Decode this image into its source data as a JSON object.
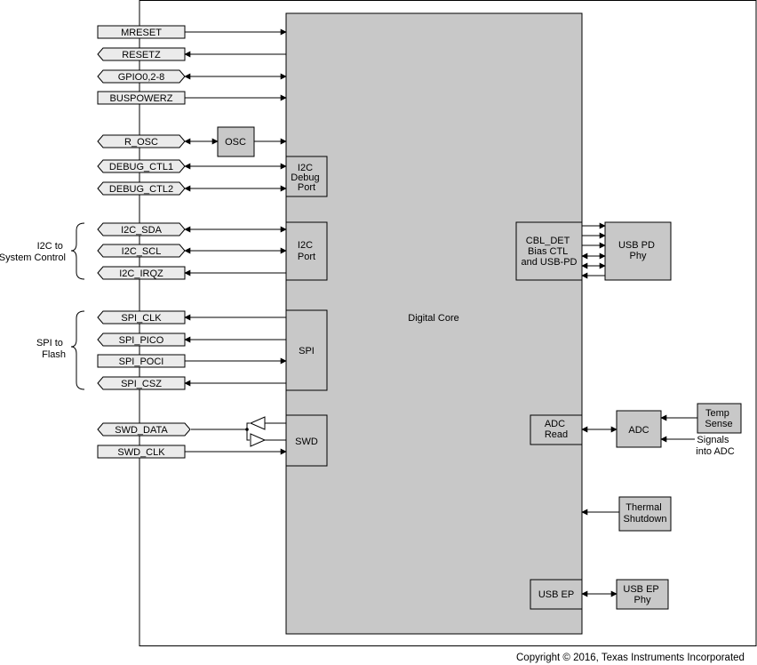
{
  "pins": {
    "mreset": "MRESET",
    "resetz": "RESETZ",
    "gpio": "GPIO0,2-8",
    "buspowerz": "BUSPOWERZ",
    "r_osc": "R_OSC",
    "debug_ctl1": "DEBUG_CTL1",
    "debug_ctl2": "DEBUG_CTL2",
    "i2c_sda": "I2C_SDA",
    "i2c_scl": "I2C_SCL",
    "i2c_irqz": "I2C_IRQZ",
    "spi_clk": "SPI_CLK",
    "spi_pico": "SPI_PICO",
    "spi_poci": "SPI_POCI",
    "spi_csz": "SPI_CSZ",
    "swd_data": "SWD_DATA",
    "swd_clk": "SWD_CLK"
  },
  "groups": {
    "i2c_system": [
      "I2C to",
      "System Control"
    ],
    "spi_flash": [
      "SPI to",
      "Flash"
    ]
  },
  "blocks": {
    "osc": "OSC",
    "i2c_debug": [
      "I2C",
      "Debug",
      "Port"
    ],
    "i2c_port": [
      "I2C",
      "Port"
    ],
    "spi": "SPI",
    "swd": "SWD",
    "digital_core": "Digital Core",
    "cbl_det": [
      "CBL_DET",
      "Bias CTL",
      "and USB-PD"
    ],
    "usb_pd_phy": [
      "USB PD",
      "Phy"
    ],
    "adc_read": [
      "ADC",
      "Read"
    ],
    "adc": "ADC",
    "temp_sense": [
      "Temp",
      "Sense"
    ],
    "signals_into_adc": [
      "Signals",
      "into ADC"
    ],
    "thermal": [
      "Thermal",
      "Shutdown"
    ],
    "usb_ep": "USB EP",
    "usb_ep_phy": [
      "USB EP",
      "Phy"
    ]
  },
  "copyright": "Copyright © 2016, Texas Instruments Incorporated",
  "colors": {
    "block_fill": "#c8c8c8",
    "pin_fill": "#ebebeb",
    "line": "#000000",
    "background": "#ffffff"
  }
}
